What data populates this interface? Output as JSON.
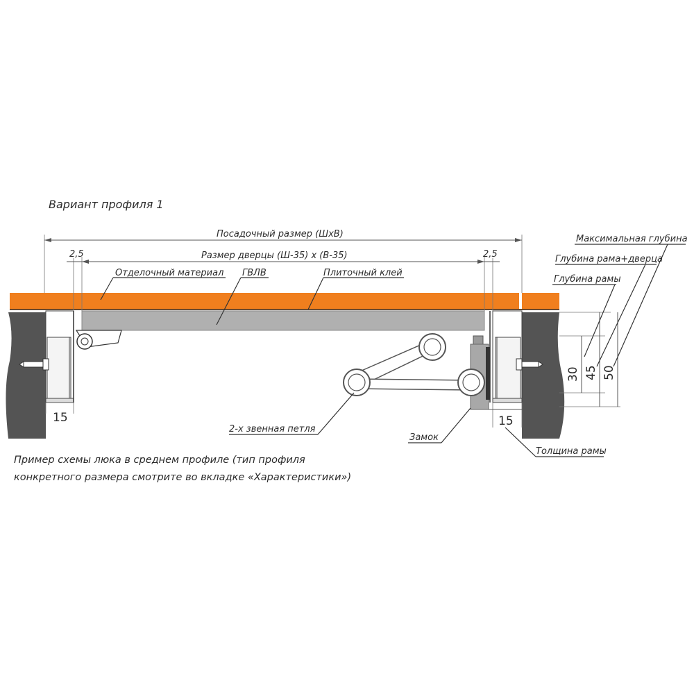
{
  "title": "Вариант профиля 1",
  "dimensions": {
    "seat_size": "Посадочный размер (ШхВ)",
    "door_size": "Размер дверцы (Ш-35) х (В-35)",
    "gap_left": "2,5",
    "gap_right": "2,5",
    "frame_left_width": "15",
    "frame_right_width": "15",
    "depth_30": "30",
    "depth_45": "45",
    "depth_50": "50"
  },
  "labels": {
    "finish_material": "Отделочный материал",
    "gvlv": "ГВЛВ",
    "tile_adhesive": "Плиточный клей",
    "max_depth": "Максимальная глубина",
    "frame_door_depth": "Глубина рама+дверца",
    "frame_depth": "Глубина рамы",
    "hinge": "2-х звенная петля",
    "lock": "Замок",
    "frame_thickness": "Толщина рамы"
  },
  "caption": {
    "line1": "Пример схемы люка в среднем профиле (тип профиля",
    "line2": "конкретного размера смотрите во вкладке «Характеристики»)"
  },
  "colors": {
    "finish": "#f07f1e",
    "gvlv": "#b0b0b0",
    "wall": "#545454",
    "frame": "#ffffff"
  }
}
